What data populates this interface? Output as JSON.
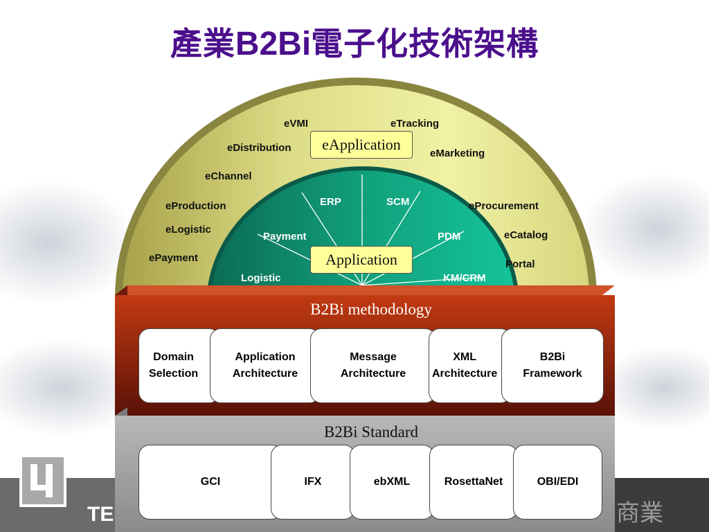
{
  "title": {
    "cjk_prefix": "產業",
    "latin": "B2Bi",
    "cjk_suffix": "電子化技術架構"
  },
  "outer_ring_tag": "eApplication",
  "outer_ring_items": {
    "evmi": "eVMI",
    "etracking": "eTracking",
    "edistribution": "eDistribution",
    "emarketing": "eMarketing",
    "echannel": "eChannel",
    "eproduction": "eProduction",
    "eprocurement": "eProcurement",
    "elogistic": "eLogistic",
    "ecatalog": "eCatalog",
    "epayment": "ePayment",
    "portal": "Portal"
  },
  "inner_ring_tag": "Application",
  "inner_ring_items": {
    "erp": "ERP",
    "scm": "SCM",
    "payment": "Payment",
    "pdm": "PDM",
    "logistic": "Logistic",
    "kmcrm": "KM/CRM"
  },
  "methodology": {
    "title": "B2Bi methodology",
    "cards": [
      {
        "line1": "Domain",
        "line2": "Selection"
      },
      {
        "line1": "Application",
        "line2": "Architecture"
      },
      {
        "line1": "Message",
        "line2": "Architecture"
      },
      {
        "line1": "XML",
        "line2": "Architecture"
      },
      {
        "line1": "B2Bi",
        "line2": "Framework"
      }
    ]
  },
  "standard": {
    "title": "B2Bi Standard",
    "cards": [
      "GCI",
      "IFX",
      "ebXML",
      "RosettaNet",
      "OBI/EDI"
    ]
  },
  "colors": {
    "title": "#4b0f8c",
    "outer_ring": "#e6e68a",
    "inner_ring": "#0fa57d",
    "methodology_band": "#8e2410",
    "standard_band": "#a6a6a6",
    "tag_fill": "#ffff99"
  }
}
